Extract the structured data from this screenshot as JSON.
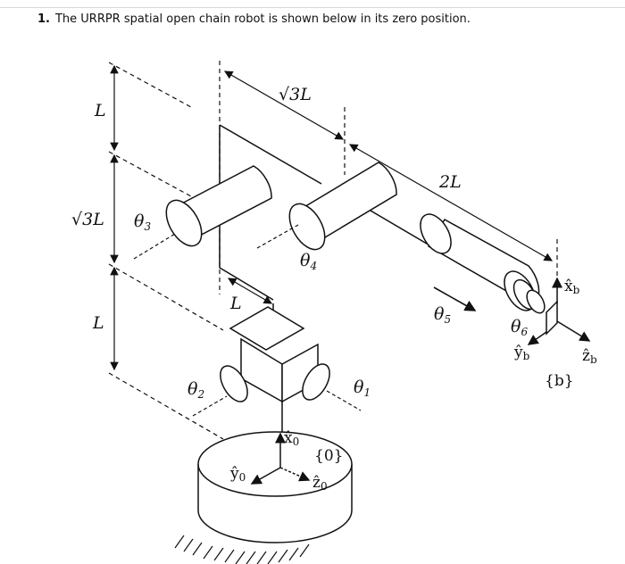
{
  "question": {
    "number": "1.",
    "text": "The URRPR spatial open chain robot is shown below in its zero position."
  },
  "figure": {
    "dim_L_top": "L",
    "dim_sqrt3L_left": "√3L",
    "dim_L_bottom": "L",
    "dim_sqrt3L_top": "√3L",
    "dim_2L": "2L",
    "dim_L_arm": "L",
    "theta1": "θ",
    "theta1_sub": "1",
    "theta2": "θ",
    "theta2_sub": "2",
    "theta3": "θ",
    "theta3_sub": "3",
    "theta4": "θ",
    "theta4_sub": "4",
    "theta5": "θ",
    "theta5_sub": "5",
    "theta6": "θ",
    "theta6_sub": "6",
    "frame_b": "{b}",
    "frame_0": "{0}",
    "xb": "x̂",
    "xb_sub": "b",
    "yb": "ŷ",
    "yb_sub": "b",
    "zb": "ẑ",
    "zb_sub": "b",
    "x0": "x̂",
    "x0_sub": "0",
    "y0": "ŷ",
    "y0_sub": "0",
    "z0": "ẑ",
    "z0_sub": "0"
  }
}
